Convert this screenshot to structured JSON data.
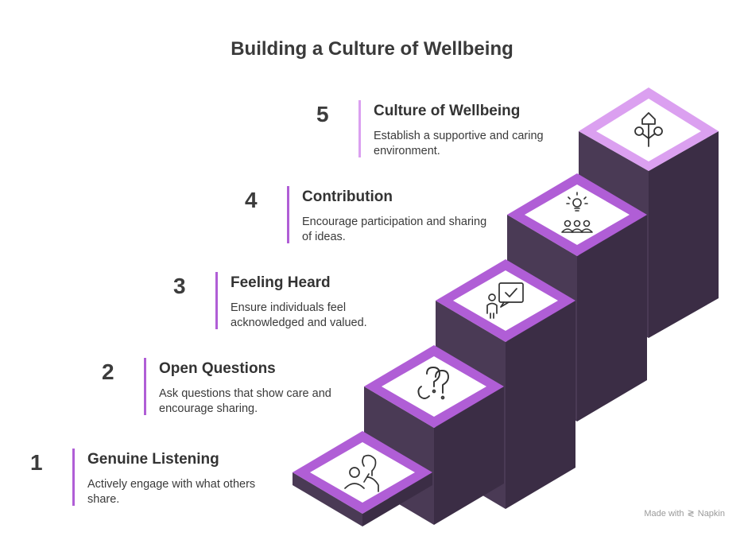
{
  "title": "Building a Culture of Wellbeing",
  "colors": {
    "accent": "#b05ed6",
    "accent_top": "#dba0f0",
    "dark": "#4a3a55",
    "darker": "#3b2d45"
  },
  "steps": [
    {
      "number": "1",
      "title": "Genuine Listening",
      "description": "Actively engage with what others share.",
      "icon": "listening-person-icon"
    },
    {
      "number": "2",
      "title": "Open Questions",
      "description": "Ask questions that show care and encourage sharing.",
      "icon": "question-marks-icon"
    },
    {
      "number": "3",
      "title": "Feeling Heard",
      "description": "Ensure individuals feel acknowledged and valued.",
      "icon": "person-speech-check-icon"
    },
    {
      "number": "4",
      "title": "Contribution",
      "description": "Encourage participation and sharing of ideas.",
      "icon": "group-lightbulb-icon"
    },
    {
      "number": "5",
      "title": "Culture of Wellbeing",
      "description": "Establish a supportive and caring environment.",
      "icon": "house-growth-icon"
    }
  ],
  "footer": {
    "made_with": "Made with",
    "brand": "Napkin"
  }
}
